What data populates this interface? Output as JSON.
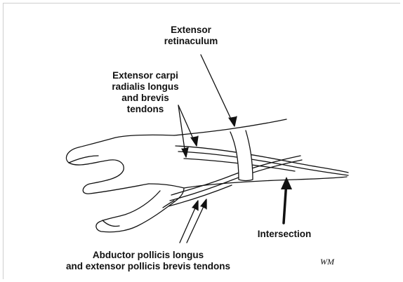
{
  "labels": {
    "retinaculum": [
      "Extensor",
      "retinaculum"
    ],
    "carpi": [
      "Extensor carpi",
      "radialis longus",
      "and brevis",
      "tendons"
    ],
    "intersection": [
      "Intersection"
    ],
    "abductor": [
      "Abductor pollicis longus",
      "and extensor pollicis brevis tendons"
    ]
  },
  "signature": "WM",
  "colors": {
    "ink": "#111111",
    "background": "#ffffff",
    "frame": "#cfcfcf"
  }
}
